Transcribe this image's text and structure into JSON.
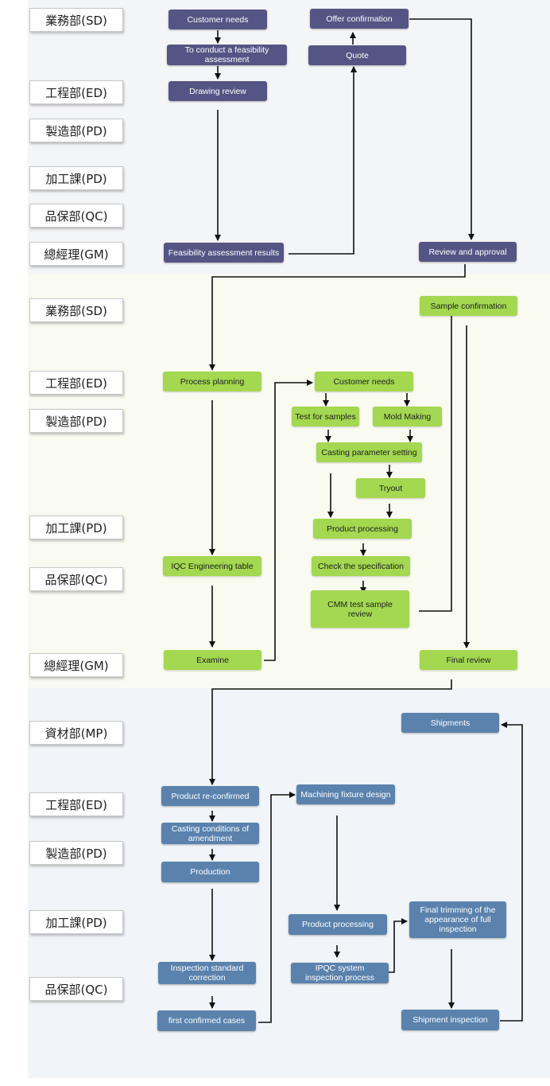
{
  "departments": {
    "s1_sd": "業務部(SD)",
    "s1_ed": "工程部(ED)",
    "s1_pd": "製造部(PD)",
    "s1_pd2": "加工課(PD)",
    "s1_qc": "品保部(QC)",
    "s1_gm": "總經理(GM)",
    "s2_sd": "業務部(SD)",
    "s2_ed": "工程部(ED)",
    "s2_pd": "製造部(PD)",
    "s2_pd2": "加工課(PD)",
    "s2_qc": "品保部(QC)",
    "s2_gm": "總經理(GM)",
    "s3_mp": "資材部(MP)",
    "s3_ed": "工程部(ED)",
    "s3_pd": "製造部(PD)",
    "s3_pd2": "加工課(PD)",
    "s3_qc": "品保部(QC)"
  },
  "section1": {
    "customer_needs": "Customer needs",
    "feasibility": "To conduct a feasibility assessment",
    "drawing_review": "Drawing review",
    "feasibility_results": "Feasibility assessment results",
    "quote": "Quote",
    "offer_confirmation": "Offer confirmation",
    "review_approval": "Review and approval"
  },
  "section2": {
    "sample_confirmation": "Sample confirmation",
    "process_planning": "Process planning",
    "customer_needs": "Customer needs",
    "test_samples": "Test for samples",
    "mold_making": "Mold Making",
    "casting_param": "Casting parameter setting",
    "tryout": "Tryout",
    "product_processing": "Product processing",
    "check_spec": "Check the specification",
    "cmm_review": "CMM test sample review",
    "iqc_table": "IQC Engineering table",
    "examine": "Examine",
    "final_review": "Final review"
  },
  "section3": {
    "shipments": "Shipments",
    "product_reconfirmed": "Product re-confirmed",
    "casting_amendment": "Casting conditions of amendment",
    "production": "Production",
    "inspection_correction": "Inspection standard correction",
    "first_confirmed": "first confirmed cases",
    "machining_fixture": "Machining fixture design",
    "product_processing": "Product processing",
    "ipqc": "IPQC system inspection process",
    "final_trimming": "Final trimming of the appearance of full inspection",
    "shipment_inspection": "Shipment inspection"
  },
  "colors": {
    "purple": "#545584",
    "green": "#a3d850",
    "blue": "#5a82ad",
    "line": "#111111"
  }
}
